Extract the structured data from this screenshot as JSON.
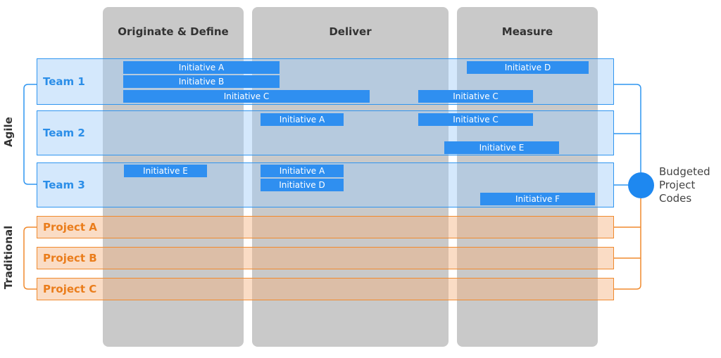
{
  "phases": [
    "Originate & Define",
    "Deliver",
    "Measure"
  ],
  "groups": {
    "agile": "Agile",
    "traditional": "Traditional"
  },
  "teams": [
    {
      "label": "Team 1",
      "initiatives": [
        "Initiative A",
        "Initiative B",
        "Initiative C",
        "Initiative C",
        "Initiative D"
      ]
    },
    {
      "label": "Team 2",
      "initiatives": [
        "Initiative A",
        "Initiative C",
        "Initiative E"
      ]
    },
    {
      "label": "Team 3",
      "initiatives": [
        "Initiative E",
        "Initiative A",
        "Initiative D",
        "Initiative F"
      ]
    }
  ],
  "projects": [
    "Project A",
    "Project B",
    "Project C"
  ],
  "hub": {
    "lines": [
      "Budgeted",
      "Project",
      "Codes"
    ]
  },
  "colors": {
    "agile": "#2f95f0",
    "traditional": "#f08a2e",
    "phase_bg": "#c9c9c9",
    "initiative": "#2f8ff0"
  }
}
